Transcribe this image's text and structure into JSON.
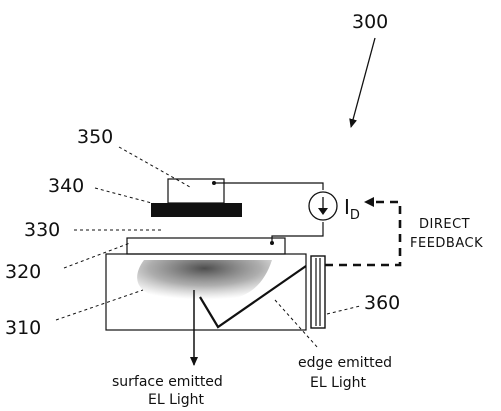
{
  "figure_number": "300",
  "components": {
    "c310": "310",
    "c320": "320",
    "c330": "330",
    "c340": "340",
    "c350": "350",
    "c360": "360"
  },
  "current_source": {
    "symbol": "I",
    "subscript": "D"
  },
  "feedback_label": {
    "line1": "DIRECT",
    "line2": "FEEDBACK"
  },
  "surface_light": {
    "line1": "surface emitted",
    "line2": "EL Light"
  },
  "edge_light": {
    "line1": "edge emitted",
    "line2": "EL Light"
  },
  "colors": {
    "ink": "#111111",
    "background": "#ffffff",
    "emission": "#555555"
  }
}
